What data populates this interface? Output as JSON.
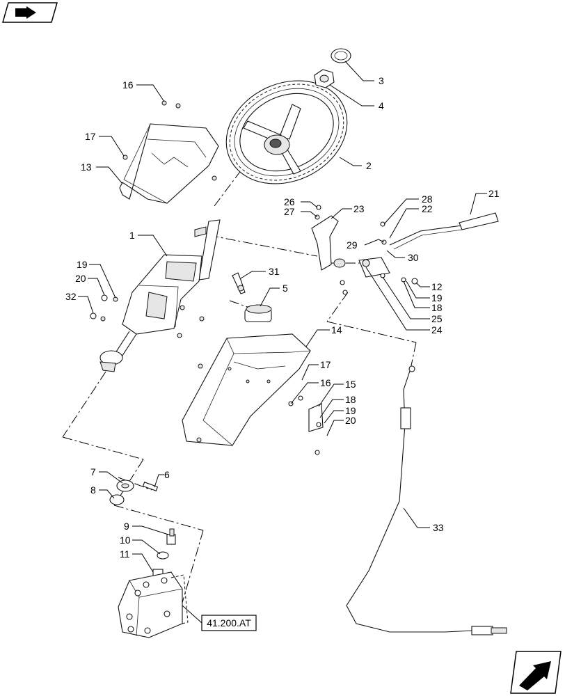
{
  "callouts": {
    "c1": "1",
    "c2": "2",
    "c3": "3",
    "c4": "4",
    "c5": "5",
    "c6": "6",
    "c7": "7",
    "c8": "8",
    "c9": "9",
    "c10": "10",
    "c11": "11",
    "c12": "12",
    "c13": "13",
    "c14": "14",
    "c15": "15",
    "c16a": "16",
    "c16b": "16",
    "c17a": "17",
    "c17b": "17",
    "c18a": "18",
    "c18b": "18",
    "c19a": "19",
    "c19b": "19",
    "c19c": "19",
    "c20a": "20",
    "c20b": "20",
    "c21": "21",
    "c22": "22",
    "c23": "23",
    "c24": "24",
    "c25": "25",
    "c26": "26",
    "c27": "27",
    "c28": "28",
    "c29": "29",
    "c30": "30",
    "c31": "31",
    "c32": "32",
    "c33": "33"
  },
  "reference_box": {
    "label": "41.200.AT"
  },
  "icons": {
    "top_left": "book-arrow-icon",
    "bottom_right": "navigate-arrow-icon"
  }
}
